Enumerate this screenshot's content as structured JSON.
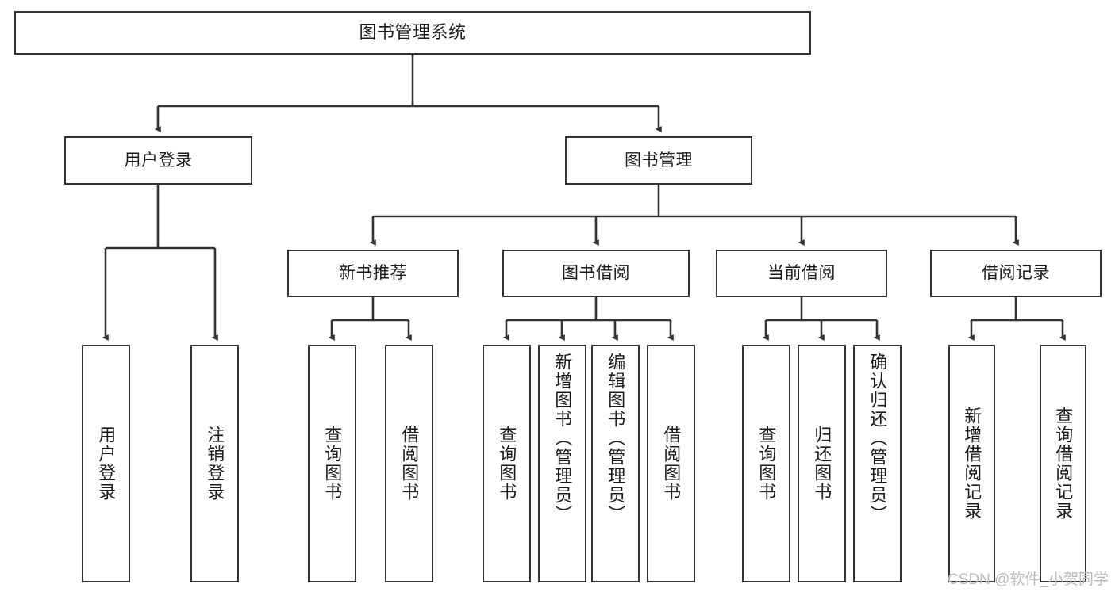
{
  "diagram": {
    "title": "图书管理系统",
    "type": "tree-hierarchy-chart",
    "root": {
      "label": "图书管理系统"
    },
    "level2": [
      {
        "label": "用户登录"
      },
      {
        "label": "图书管理"
      }
    ],
    "level3": [
      {
        "label": "新书推荐"
      },
      {
        "label": "图书借阅"
      },
      {
        "label": "当前借阅"
      },
      {
        "label": "借阅记录"
      }
    ],
    "leaves": [
      {
        "label": "用户登录",
        "parent": "用户登录"
      },
      {
        "label": "注销登录",
        "parent": "用户登录"
      },
      {
        "label": "查询图书",
        "parent": "新书推荐"
      },
      {
        "label": "借阅图书",
        "parent": "新书推荐"
      },
      {
        "label": "查询图书",
        "parent": "图书借阅"
      },
      {
        "label": "新增图书（管理员）",
        "parent": "图书借阅"
      },
      {
        "label": "编辑图书（管理员）",
        "parent": "图书借阅"
      },
      {
        "label": "借阅图书",
        "parent": "图书借阅"
      },
      {
        "label": "查询图书",
        "parent": "当前借阅"
      },
      {
        "label": "归还图书",
        "parent": "当前借阅"
      },
      {
        "label": "确认归还（管理员）",
        "parent": "当前借阅"
      },
      {
        "label": "新增借阅记录",
        "parent": "借阅记录"
      },
      {
        "label": "查询借阅记录",
        "parent": "借阅记录"
      }
    ]
  },
  "watermark": {
    "text": "CSDN @软件_小贺同学"
  },
  "colors": {
    "box_border": "#333333",
    "box_fill": "#ffffff",
    "edge": "#333333",
    "text": "#1a1a1a",
    "watermark": "#b9b9b9"
  }
}
